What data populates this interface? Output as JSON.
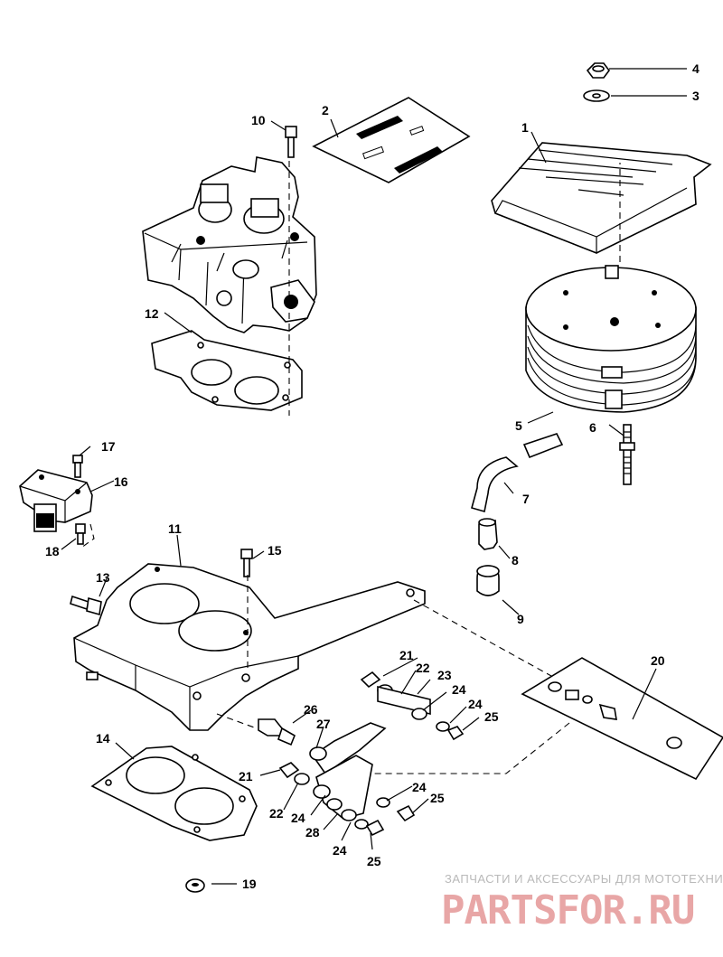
{
  "callouts": {
    "c1": "1",
    "c2": "2",
    "c3": "3",
    "c4": "4",
    "c5": "5",
    "c6": "6",
    "c7": "7",
    "c8": "8",
    "c9": "9",
    "c10": "10",
    "c11": "11",
    "c12": "12",
    "c13": "13",
    "c14": "14",
    "c15": "15",
    "c16": "16",
    "c17": "17",
    "c18": "18",
    "c19": "19",
    "c20": "20",
    "c21a": "21",
    "c21b": "21",
    "c22a": "22",
    "c22b": "22",
    "c23": "23",
    "c24a": "24",
    "c24b": "24",
    "c24c": "24",
    "c24d": "24",
    "c24e": "24",
    "c25a": "25",
    "c25b": "25",
    "c25c": "25",
    "c26": "26",
    "c27": "27",
    "c28": "28"
  },
  "watermark": {
    "caption": "ЗАПЧАСТИ И АКСЕССУАРЫ ДЛЯ МОТОТЕХНИКИ",
    "logo": "PARTSFOR.RU"
  }
}
